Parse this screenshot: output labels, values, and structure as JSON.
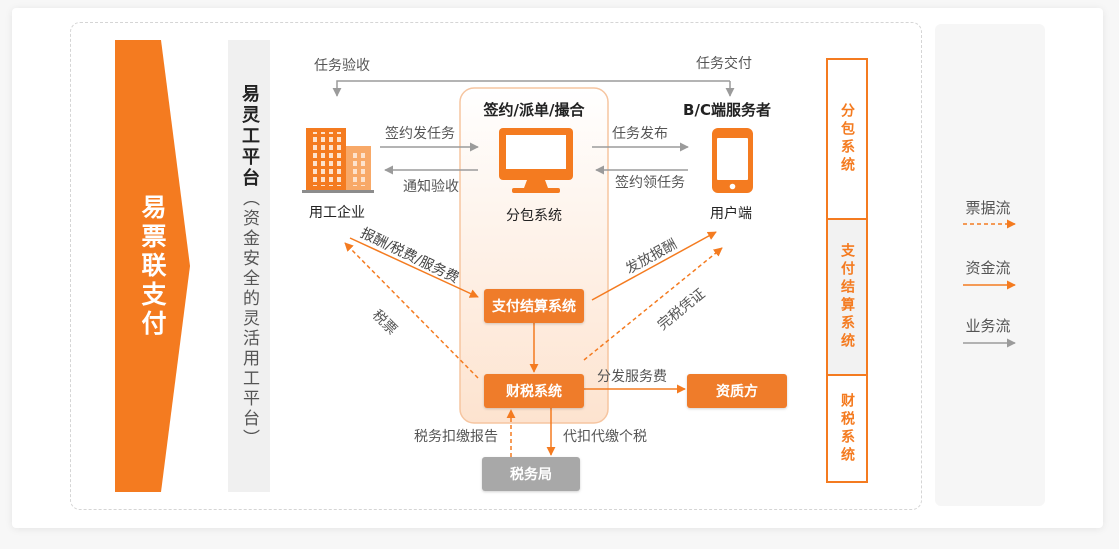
{
  "brand": {
    "title": "易票联支付"
  },
  "platform": {
    "name": "易灵工平台",
    "subtitle": "（资金安全的灵活用工平台）"
  },
  "diagram": {
    "labels": {
      "task_acceptance": "任务验收",
      "task_delivery": "任务交付",
      "match_title": "签约/派单/撮合",
      "subcontract_system": "分包系统",
      "enterprise": "用工企业",
      "provider": "B/C端服务者",
      "user_end": "用户端"
    },
    "edges": {
      "sign_assign": "签约发任务",
      "notify_accept": "通知验收",
      "task_publish": "任务发布",
      "sign_receive": "签约领任务",
      "pay_fees": "报酬/税费/服务费",
      "tax_invoice": "税票",
      "pay_reward": "发放报酬",
      "tax_certificate": "完税凭证",
      "distribute_fee": "分发服务费",
      "withhold_tax": "代扣代缴个税",
      "tax_report": "税务扣缴报告"
    },
    "nodes": {
      "payment_system": "支付结算系统",
      "tax_system": "财税系统",
      "qualified_party": "资质方",
      "tax_bureau": "税务局"
    }
  },
  "modules": [
    "分包系统",
    "支付结算系统",
    "财税系统"
  ],
  "legend": [
    {
      "label": "票据流",
      "dashed": true,
      "color": "#f47b20"
    },
    {
      "label": "资金流",
      "dashed": false,
      "color": "#f47b20"
    },
    {
      "label": "业务流",
      "dashed": false,
      "color": "#9b9b9b"
    }
  ],
  "icons": {
    "enterprise": "building-icon",
    "system": "monitor-icon",
    "user": "phone-icon"
  },
  "colors": {
    "accent": "#f47b20",
    "business_flow": "#9b9b9b",
    "tax_bureau": "#a8a8a8",
    "panel": "#f0f0f0"
  }
}
